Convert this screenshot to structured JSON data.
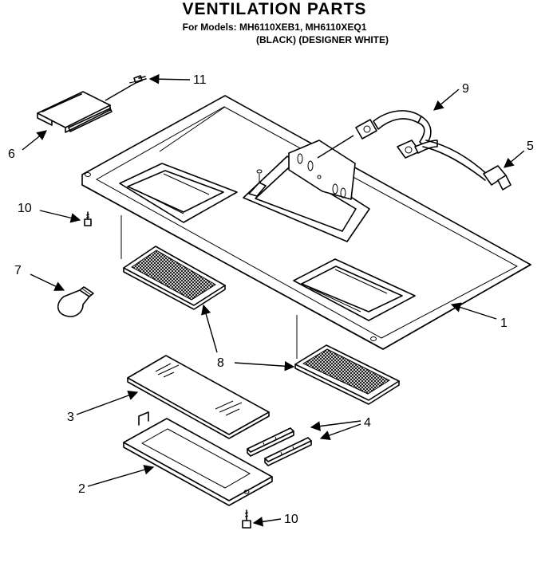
{
  "header": {
    "title": "VENTILATION PARTS",
    "models": "For Models: MH6110XEB1, MH6110XEQ1",
    "colors": "(BLACK)  (DESIGNER WHITE)"
  },
  "callouts": {
    "c1": "1",
    "c2": "2",
    "c3": "3",
    "c4": "4",
    "c5": "5",
    "c6": "6",
    "c7": "7",
    "c8": "8",
    "c9": "9",
    "c10a": "10",
    "c10b": "10",
    "c11": "11"
  }
}
